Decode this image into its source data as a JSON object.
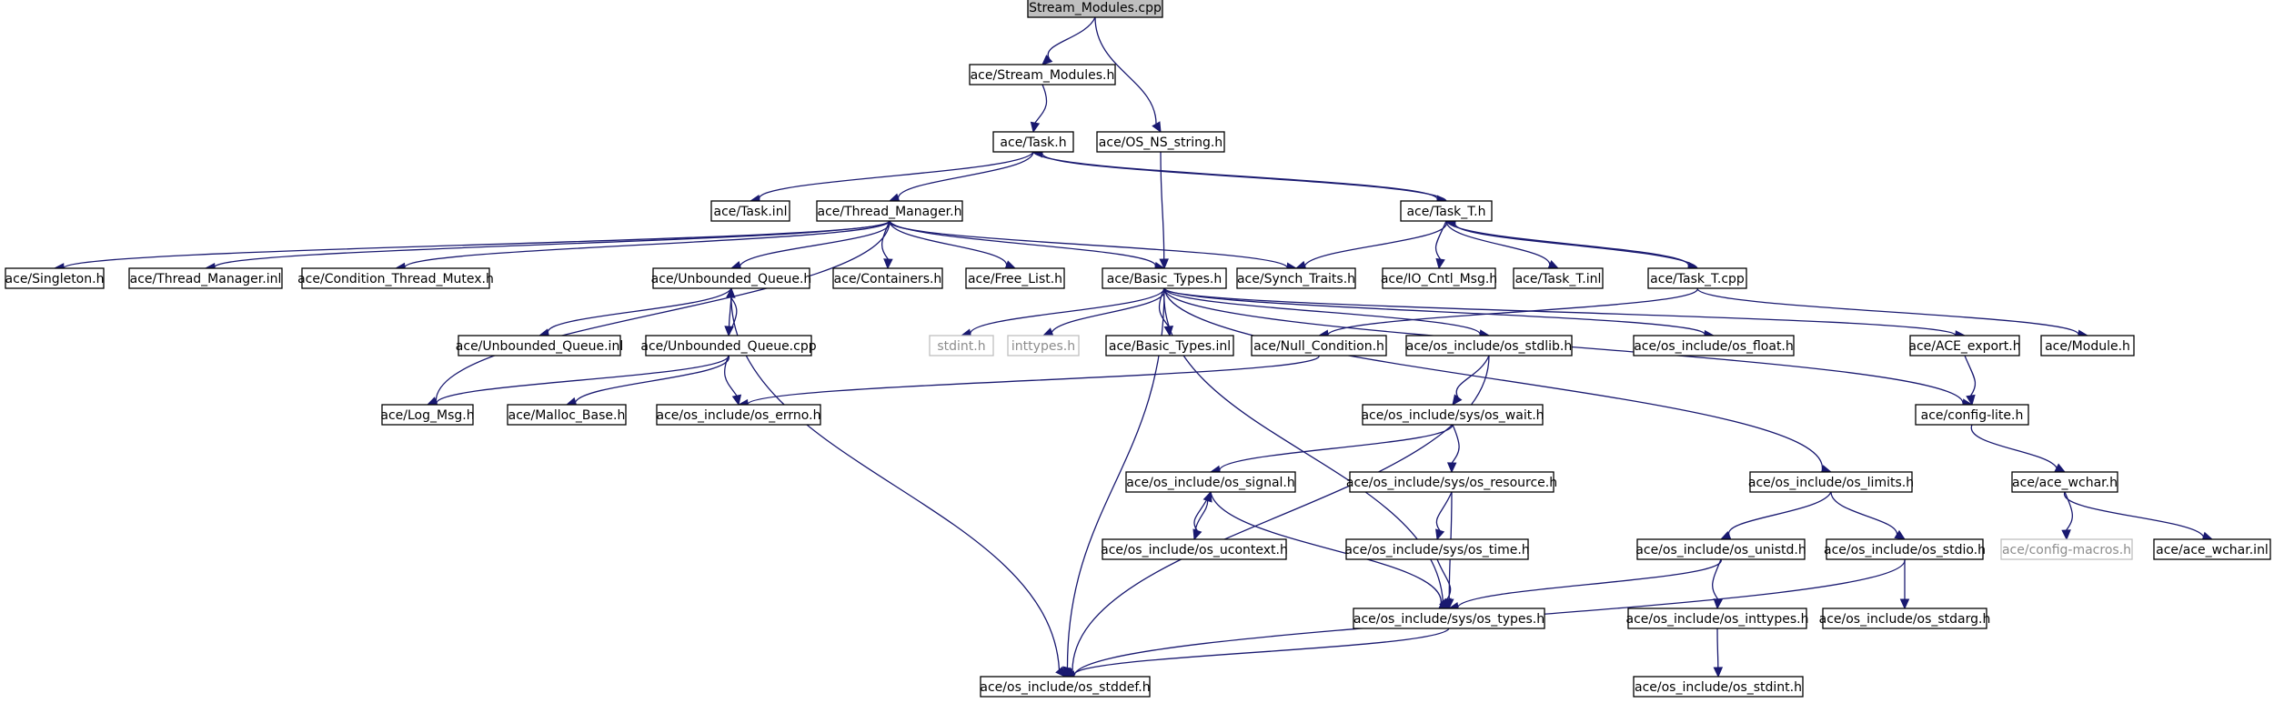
{
  "root_fill": "#bfbfbf",
  "edge_color": "#191970",
  "nodes": [
    {
      "id": "stream_modules_cpp",
      "label": "Stream_Modules.cpp",
      "root": true
    },
    {
      "id": "ace_stream_modules_h",
      "label": "ace/Stream_Modules.h"
    },
    {
      "id": "ace_task_h",
      "label": "ace/Task.h"
    },
    {
      "id": "ace_os_ns_string_h",
      "label": "ace/OS_NS_string.h"
    },
    {
      "id": "ace_task_inl",
      "label": "ace/Task.inl"
    },
    {
      "id": "ace_thread_manager_h",
      "label": "ace/Thread_Manager.h"
    },
    {
      "id": "ace_task_t_h",
      "label": "ace/Task_T.h"
    },
    {
      "id": "ace_singleton_h",
      "label": "ace/Singleton.h"
    },
    {
      "id": "ace_thread_manager_inl",
      "label": "ace/Thread_Manager.inl"
    },
    {
      "id": "ace_condition_thread_mutex_h",
      "label": "ace/Condition_Thread_Mutex.h"
    },
    {
      "id": "ace_unbounded_queue_h",
      "label": "ace/Unbounded_Queue.h"
    },
    {
      "id": "ace_containers_h",
      "label": "ace/Containers.h"
    },
    {
      "id": "ace_free_list_h",
      "label": "ace/Free_List.h"
    },
    {
      "id": "ace_basic_types_h",
      "label": "ace/Basic_Types.h"
    },
    {
      "id": "ace_synch_traits_h",
      "label": "ace/Synch_Traits.h"
    },
    {
      "id": "ace_io_cntl_msg_h",
      "label": "ace/IO_Cntl_Msg.h"
    },
    {
      "id": "ace_task_t_inl",
      "label": "ace/Task_T.inl"
    },
    {
      "id": "ace_task_t_cpp",
      "label": "ace/Task_T.cpp"
    },
    {
      "id": "ace_unbounded_queue_inl",
      "label": "ace/Unbounded_Queue.inl"
    },
    {
      "id": "ace_unbounded_queue_cpp",
      "label": "ace/Unbounded_Queue.cpp"
    },
    {
      "id": "stdint_h",
      "label": "stdint.h",
      "missing": true
    },
    {
      "id": "inttypes_h",
      "label": "inttypes.h",
      "missing": true
    },
    {
      "id": "ace_basic_types_inl",
      "label": "ace/Basic_Types.inl"
    },
    {
      "id": "ace_null_condition_h",
      "label": "ace/Null_Condition.h"
    },
    {
      "id": "ace_os_include_os_stdlib_h",
      "label": "ace/os_include/os_stdlib.h"
    },
    {
      "id": "ace_os_include_os_float_h",
      "label": "ace/os_include/os_float.h"
    },
    {
      "id": "ace_ace_export_h",
      "label": "ace/ACE_export.h"
    },
    {
      "id": "ace_module_h",
      "label": "ace/Module.h"
    },
    {
      "id": "ace_log_msg_h",
      "label": "ace/Log_Msg.h"
    },
    {
      "id": "ace_malloc_base_h",
      "label": "ace/Malloc_Base.h"
    },
    {
      "id": "ace_os_include_os_errno_h",
      "label": "ace/os_include/os_errno.h"
    },
    {
      "id": "ace_os_include_sys_os_wait_h",
      "label": "ace/os_include/sys/os_wait.h"
    },
    {
      "id": "ace_config_lite_h",
      "label": "ace/config-lite.h"
    },
    {
      "id": "ace_os_include_os_signal_h",
      "label": "ace/os_include/os_signal.h"
    },
    {
      "id": "ace_os_include_sys_os_resource_h",
      "label": "ace/os_include/sys/os_resource.h"
    },
    {
      "id": "ace_os_include_os_limits_h",
      "label": "ace/os_include/os_limits.h"
    },
    {
      "id": "ace_ace_wchar_h",
      "label": "ace/ace_wchar.h"
    },
    {
      "id": "ace_os_include_os_ucontext_h",
      "label": "ace/os_include/os_ucontext.h"
    },
    {
      "id": "ace_os_include_sys_os_time_h",
      "label": "ace/os_include/sys/os_time.h"
    },
    {
      "id": "ace_os_include_os_unistd_h",
      "label": "ace/os_include/os_unistd.h"
    },
    {
      "id": "ace_os_include_os_stdio_h",
      "label": "ace/os_include/os_stdio.h"
    },
    {
      "id": "config_macros_h",
      "label": "ace/config-macros.h",
      "missing": true
    },
    {
      "id": "ace_ace_wchar_inl",
      "label": "ace/ace_wchar.inl"
    },
    {
      "id": "ace_os_include_sys_os_types_h",
      "label": "ace/os_include/sys/os_types.h"
    },
    {
      "id": "ace_os_include_os_inttypes_h",
      "label": "ace/os_include/os_inttypes.h"
    },
    {
      "id": "ace_os_include_os_stdarg_h",
      "label": "ace/os_include/os_stdarg.h"
    },
    {
      "id": "ace_os_include_os_stddef_h",
      "label": "ace/os_include/os_stddef.h"
    },
    {
      "id": "ace_os_include_os_stdint_h",
      "label": "ace/os_include/os_stdint.h"
    }
  ],
  "edges": [
    [
      "stream_modules_cpp",
      "ace_stream_modules_h"
    ],
    [
      "stream_modules_cpp",
      "ace_os_ns_string_h"
    ],
    [
      "ace_stream_modules_h",
      "ace_task_h"
    ],
    [
      "ace_task_h",
      "ace_task_inl"
    ],
    [
      "ace_task_h",
      "ace_thread_manager_h"
    ],
    [
      "ace_task_h",
      "ace_task_t_h"
    ],
    [
      "ace_task_t_h",
      "ace_task_h"
    ],
    [
      "ace_os_ns_string_h",
      "ace_basic_types_h"
    ],
    [
      "ace_thread_manager_h",
      "ace_singleton_h"
    ],
    [
      "ace_thread_manager_h",
      "ace_thread_manager_inl"
    ],
    [
      "ace_thread_manager_h",
      "ace_condition_thread_mutex_h"
    ],
    [
      "ace_thread_manager_h",
      "ace_unbounded_queue_h"
    ],
    [
      "ace_thread_manager_h",
      "ace_containers_h"
    ],
    [
      "ace_thread_manager_h",
      "ace_free_list_h"
    ],
    [
      "ace_thread_manager_h",
      "ace_basic_types_h"
    ],
    [
      "ace_thread_manager_h",
      "ace_synch_traits_h"
    ],
    [
      "ace_thread_manager_h",
      "ace_log_msg_h"
    ],
    [
      "ace_task_t_h",
      "ace_synch_traits_h"
    ],
    [
      "ace_task_t_h",
      "ace_io_cntl_msg_h"
    ],
    [
      "ace_task_t_h",
      "ace_task_t_inl"
    ],
    [
      "ace_task_t_h",
      "ace_task_t_cpp"
    ],
    [
      "ace_task_t_cpp",
      "ace_task_t_h"
    ],
    [
      "ace_task_t_cpp",
      "ace_module_h"
    ],
    [
      "ace_task_t_cpp",
      "ace_null_condition_h"
    ],
    [
      "ace_unbounded_queue_h",
      "ace_unbounded_queue_inl"
    ],
    [
      "ace_unbounded_queue_h",
      "ace_unbounded_queue_cpp"
    ],
    [
      "ace_unbounded_queue_cpp",
      "ace_unbounded_queue_h"
    ],
    [
      "ace_unbounded_queue_h",
      "ace_os_include_os_stddef_h"
    ],
    [
      "ace_unbounded_queue_cpp",
      "ace_log_msg_h"
    ],
    [
      "ace_unbounded_queue_cpp",
      "ace_malloc_base_h"
    ],
    [
      "ace_unbounded_queue_cpp",
      "ace_os_include_os_errno_h"
    ],
    [
      "ace_basic_types_h",
      "stdint_h"
    ],
    [
      "ace_basic_types_h",
      "inttypes_h"
    ],
    [
      "ace_basic_types_h",
      "ace_basic_types_inl"
    ],
    [
      "ace_basic_types_h",
      "ace_os_include_os_stdlib_h"
    ],
    [
      "ace_basic_types_h",
      "ace_os_include_os_float_h"
    ],
    [
      "ace_basic_types_h",
      "ace_ace_export_h"
    ],
    [
      "ace_basic_types_h",
      "ace_config_lite_h"
    ],
    [
      "ace_basic_types_h",
      "ace_os_include_os_limits_h"
    ],
    [
      "ace_basic_types_h",
      "ace_os_include_sys_os_types_h"
    ],
    [
      "ace_basic_types_h",
      "ace_os_include_os_stddef_h"
    ],
    [
      "ace_null_condition_h",
      "ace_os_include_os_errno_h"
    ],
    [
      "ace_os_include_os_stdlib_h",
      "ace_os_include_sys_os_wait_h"
    ],
    [
      "ace_os_include_os_stdlib_h",
      "ace_os_include_os_stddef_h"
    ],
    [
      "ace_ace_export_h",
      "ace_config_lite_h"
    ],
    [
      "ace_config_lite_h",
      "ace_ace_wchar_h"
    ],
    [
      "ace_os_include_sys_os_wait_h",
      "ace_os_include_os_signal_h"
    ],
    [
      "ace_os_include_sys_os_wait_h",
      "ace_os_include_sys_os_resource_h"
    ],
    [
      "ace_os_include_os_signal_h",
      "ace_os_include_os_ucontext_h"
    ],
    [
      "ace_os_include_os_ucontext_h",
      "ace_os_include_os_signal_h"
    ],
    [
      "ace_os_include_os_signal_h",
      "ace_os_include_sys_os_types_h"
    ],
    [
      "ace_os_include_sys_os_resource_h",
      "ace_os_include_sys_os_time_h"
    ],
    [
      "ace_os_include_sys_os_resource_h",
      "ace_os_include_sys_os_types_h"
    ],
    [
      "ace_os_include_sys_os_time_h",
      "ace_os_include_sys_os_types_h"
    ],
    [
      "ace_os_include_os_limits_h",
      "ace_os_include_os_unistd_h"
    ],
    [
      "ace_os_include_os_limits_h",
      "ace_os_include_os_stdio_h"
    ],
    [
      "ace_os_include_os_unistd_h",
      "ace_os_include_sys_os_types_h"
    ],
    [
      "ace_os_include_os_unistd_h",
      "ace_os_include_os_inttypes_h"
    ],
    [
      "ace_os_include_os_stdio_h",
      "ace_os_include_os_stdarg_h"
    ],
    [
      "ace_os_include_os_stdio_h",
      "ace_os_include_os_stddef_h"
    ],
    [
      "ace_os_include_sys_os_types_h",
      "ace_os_include_os_stddef_h"
    ],
    [
      "ace_os_include_os_inttypes_h",
      "ace_os_include_os_stdint_h"
    ],
    [
      "ace_ace_wchar_h",
      "config_macros_h"
    ],
    [
      "ace_ace_wchar_h",
      "ace_ace_wchar_inl"
    ]
  ]
}
